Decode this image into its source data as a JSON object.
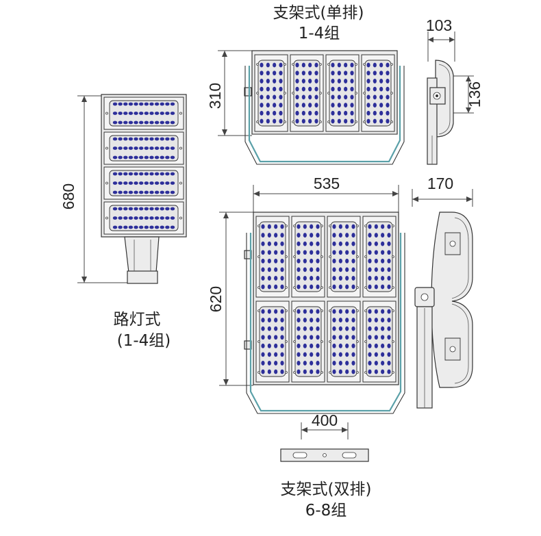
{
  "captions": {
    "single_line1": "支架式(单排)",
    "single_line2": "1-4组",
    "street_line1": "路灯式",
    "street_line2": "(1-4组)",
    "double_line1": "支架式(双排)",
    "double_line2": "6-8组"
  },
  "dimensions": {
    "side_width_top": "103",
    "side_height_top": "136",
    "height_single": "310",
    "height_street": "680",
    "width_main": "535",
    "side_width_bottom": "170",
    "height_double": "620",
    "bracket_width": "400"
  },
  "colors": {
    "led": "#2d2f9a",
    "frame": "#333333",
    "bracket": "#5aa0a8"
  }
}
